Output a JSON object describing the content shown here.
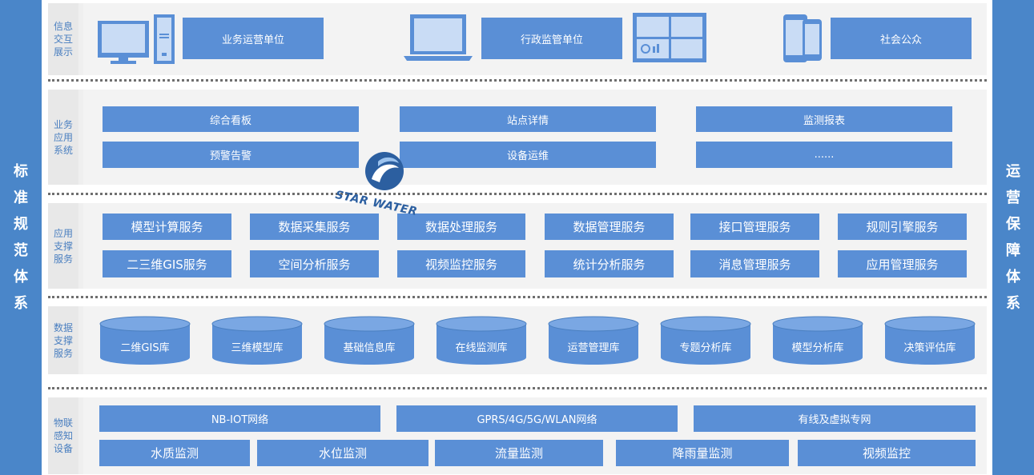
{
  "side_left": [
    "标",
    "准",
    "规",
    "范",
    "体",
    "系"
  ],
  "side_right": [
    "运",
    "营",
    "保",
    "障",
    "体",
    "系"
  ],
  "layers": {
    "display": {
      "label": "信息交互展示",
      "boxes": [
        "业务运营单位",
        "行政监管单位",
        "社会公众"
      ]
    },
    "business": {
      "label": "业务应用系统",
      "boxes": [
        "综合看板",
        "站点详情",
        "监测报表",
        "预警告警",
        "设备运维",
        "......"
      ]
    },
    "app_support": {
      "label": "应用支撑服务",
      "boxes": [
        "模型计算服务",
        "数据采集服务",
        "数据处理服务",
        "数据管理服务",
        "接口管理服务",
        "规则引擎服务",
        "二三维GIS服务",
        "空间分析服务",
        "视频监控服务",
        "统计分析服务",
        "消息管理服务",
        "应用管理服务"
      ]
    },
    "data_support": {
      "label": "数据支撑服务",
      "databases": [
        "二维GIS库",
        "三维模型库",
        "基础信息库",
        "在线监测库",
        "运营管理库",
        "专题分析库",
        "模型分析库",
        "决策评估库"
      ]
    },
    "iot": {
      "label": "物联感知设备",
      "networks": [
        "NB-IOT网络",
        "GPRS/4G/5G/WLAN网络",
        "有线及虚拟专网"
      ],
      "devices": [
        "水质监测",
        "水位监测",
        "流量监测",
        "降雨量监测",
        "视频监控"
      ]
    }
  },
  "logo_text": "STAR WATER",
  "colors": {
    "side_bar": "#4a86c9",
    "box": "#5a8fd6",
    "layer_bg": "#f3f3f3",
    "label_text": "#4a7fc0",
    "cylinder_body": "#5a8fd6",
    "cylinder_top": "#7aa7e3"
  }
}
